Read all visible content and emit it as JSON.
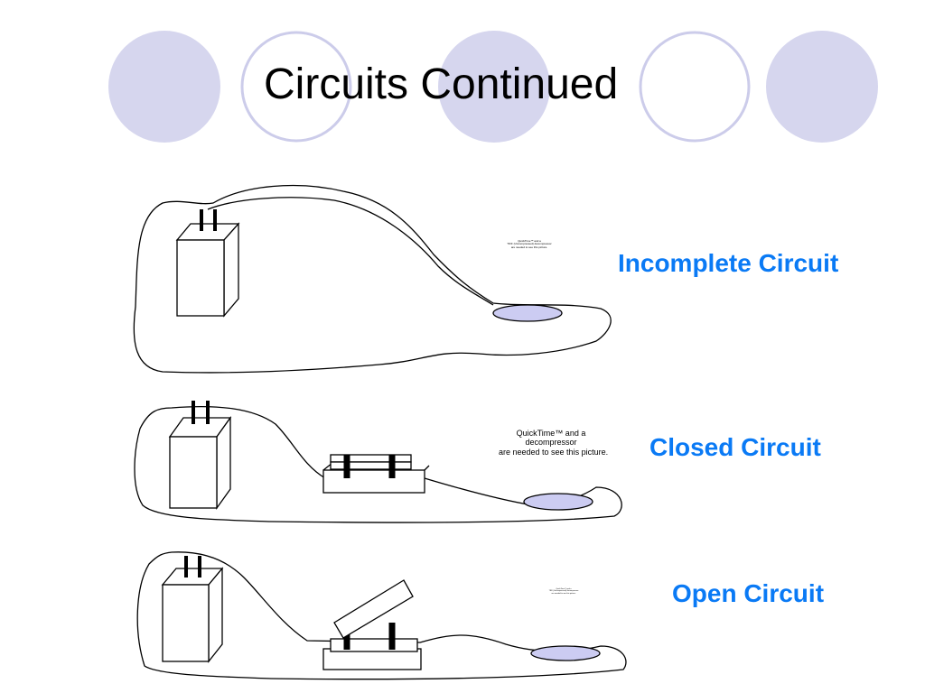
{
  "slide": {
    "title": "Circuits Continued",
    "accent_color": "#0a7af5",
    "circle_fill": "#d6d6ee",
    "circle_stroke": "#ccccea"
  },
  "diagrams": [
    {
      "id": "incomplete",
      "label": "Incomplete Circuit",
      "placeholder": [
        "QuickTime™ and a",
        "TIFF (Uncompressed) decompressor",
        "are needed to see this picture."
      ]
    },
    {
      "id": "closed",
      "label": "Closed Circuit",
      "placeholder": [
        "QuickTime™ and a",
        "decompressor",
        "are needed to see this picture."
      ]
    },
    {
      "id": "open",
      "label": "Open Circuit",
      "placeholder": [
        "QuickTime™ and a",
        "TIFF (Uncompressed) decompressor",
        "are needed to see this picture."
      ]
    }
  ]
}
